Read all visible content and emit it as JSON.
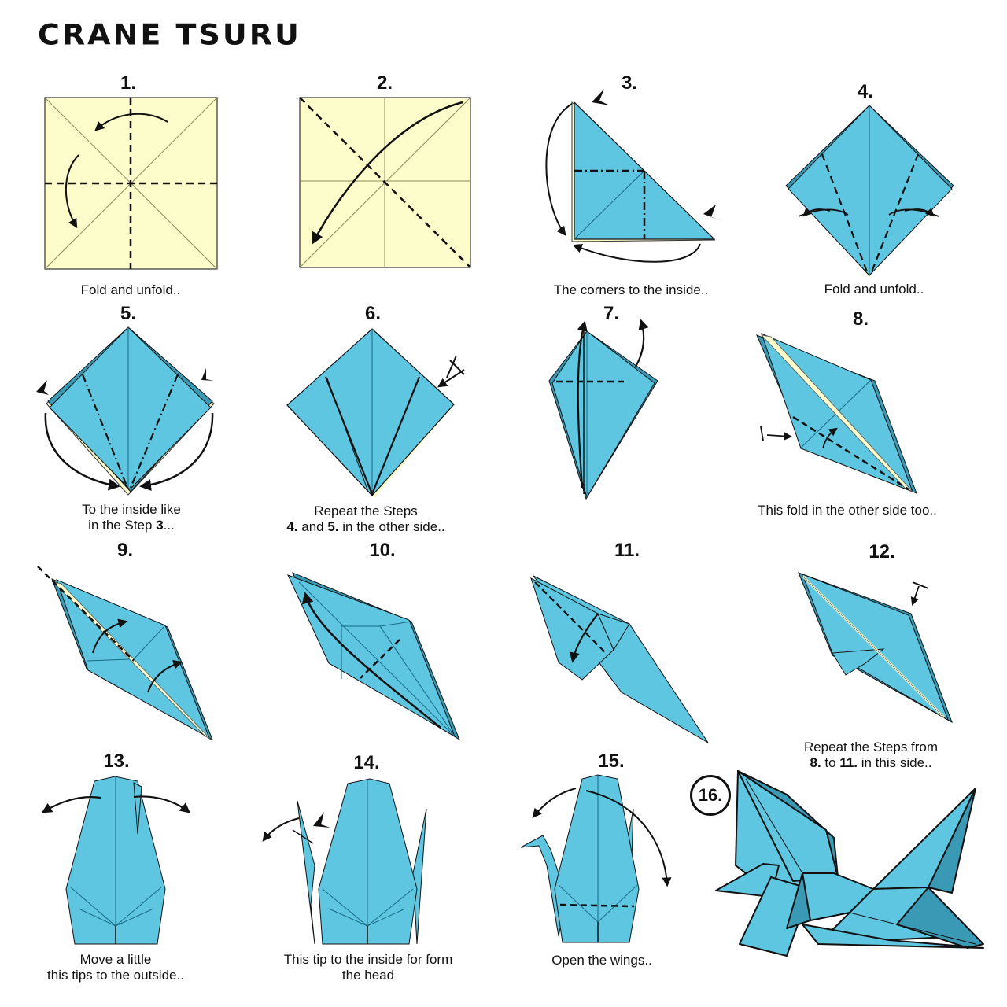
{
  "title": "CRANE TSURU",
  "colors": {
    "paper_front": "#fdfccb",
    "paper_back": "#5ec6e0",
    "paper_shadow": "#3a9ab5",
    "line": "#111111"
  },
  "steps": [
    {
      "num": "1.",
      "caption_lines": [
        "Fold and unfold.."
      ]
    },
    {
      "num": "2.",
      "caption_lines": []
    },
    {
      "num": "3.",
      "caption_lines": [
        "The corners to the inside.."
      ]
    },
    {
      "num": "4.",
      "caption_lines": [
        "Fold and unfold.."
      ]
    },
    {
      "num": "5.",
      "caption_lines": [
        "To the inside like",
        "in the Step ",
        "3",
        "..."
      ]
    },
    {
      "num": "6.",
      "caption_lines": [
        "Repeat the Steps",
        "4.",
        " and ",
        "5.",
        " in the other side.."
      ]
    },
    {
      "num": "7.",
      "caption_lines": []
    },
    {
      "num": "8.",
      "caption_lines": [
        "This fold in the other side too.."
      ]
    },
    {
      "num": "9.",
      "caption_lines": []
    },
    {
      "num": "10.",
      "caption_lines": []
    },
    {
      "num": "11.",
      "caption_lines": []
    },
    {
      "num": "12.",
      "caption_lines": [
        "Repeat the Steps from",
        "8.",
        " to ",
        "11.",
        " in this side.."
      ]
    },
    {
      "num": "13.",
      "caption_lines": [
        "Move a little",
        "this tips to the outside.."
      ]
    },
    {
      "num": "14.",
      "caption_lines": [
        "This tip to the inside for form",
        "the head"
      ]
    },
    {
      "num": "15.",
      "caption_lines": [
        "Open the wings.."
      ]
    },
    {
      "num": "16.",
      "caption_lines": []
    }
  ]
}
